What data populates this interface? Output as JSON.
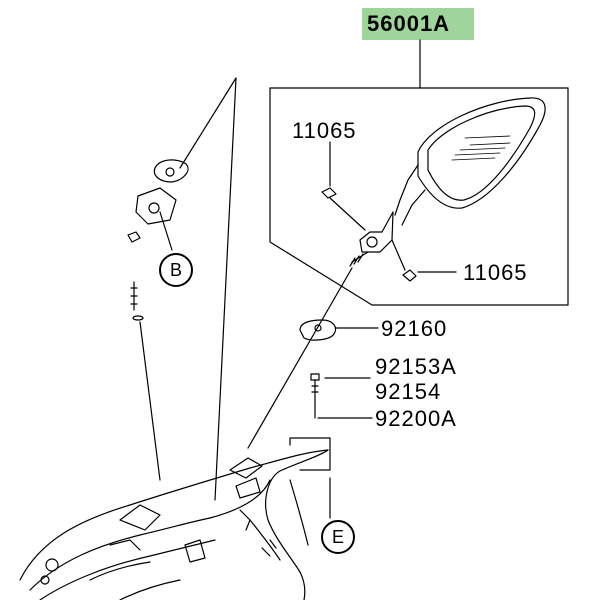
{
  "highlight_color": "#9fd59a",
  "assembly_label": "56001A",
  "part_labels": {
    "p11065_top": "11065",
    "p11065_bottom": "11065",
    "p92160": "92160",
    "p92153a": "92153A",
    "p92154": "92154",
    "p92200a": "92200A"
  },
  "callouts": {
    "b": "B",
    "e": "E"
  }
}
